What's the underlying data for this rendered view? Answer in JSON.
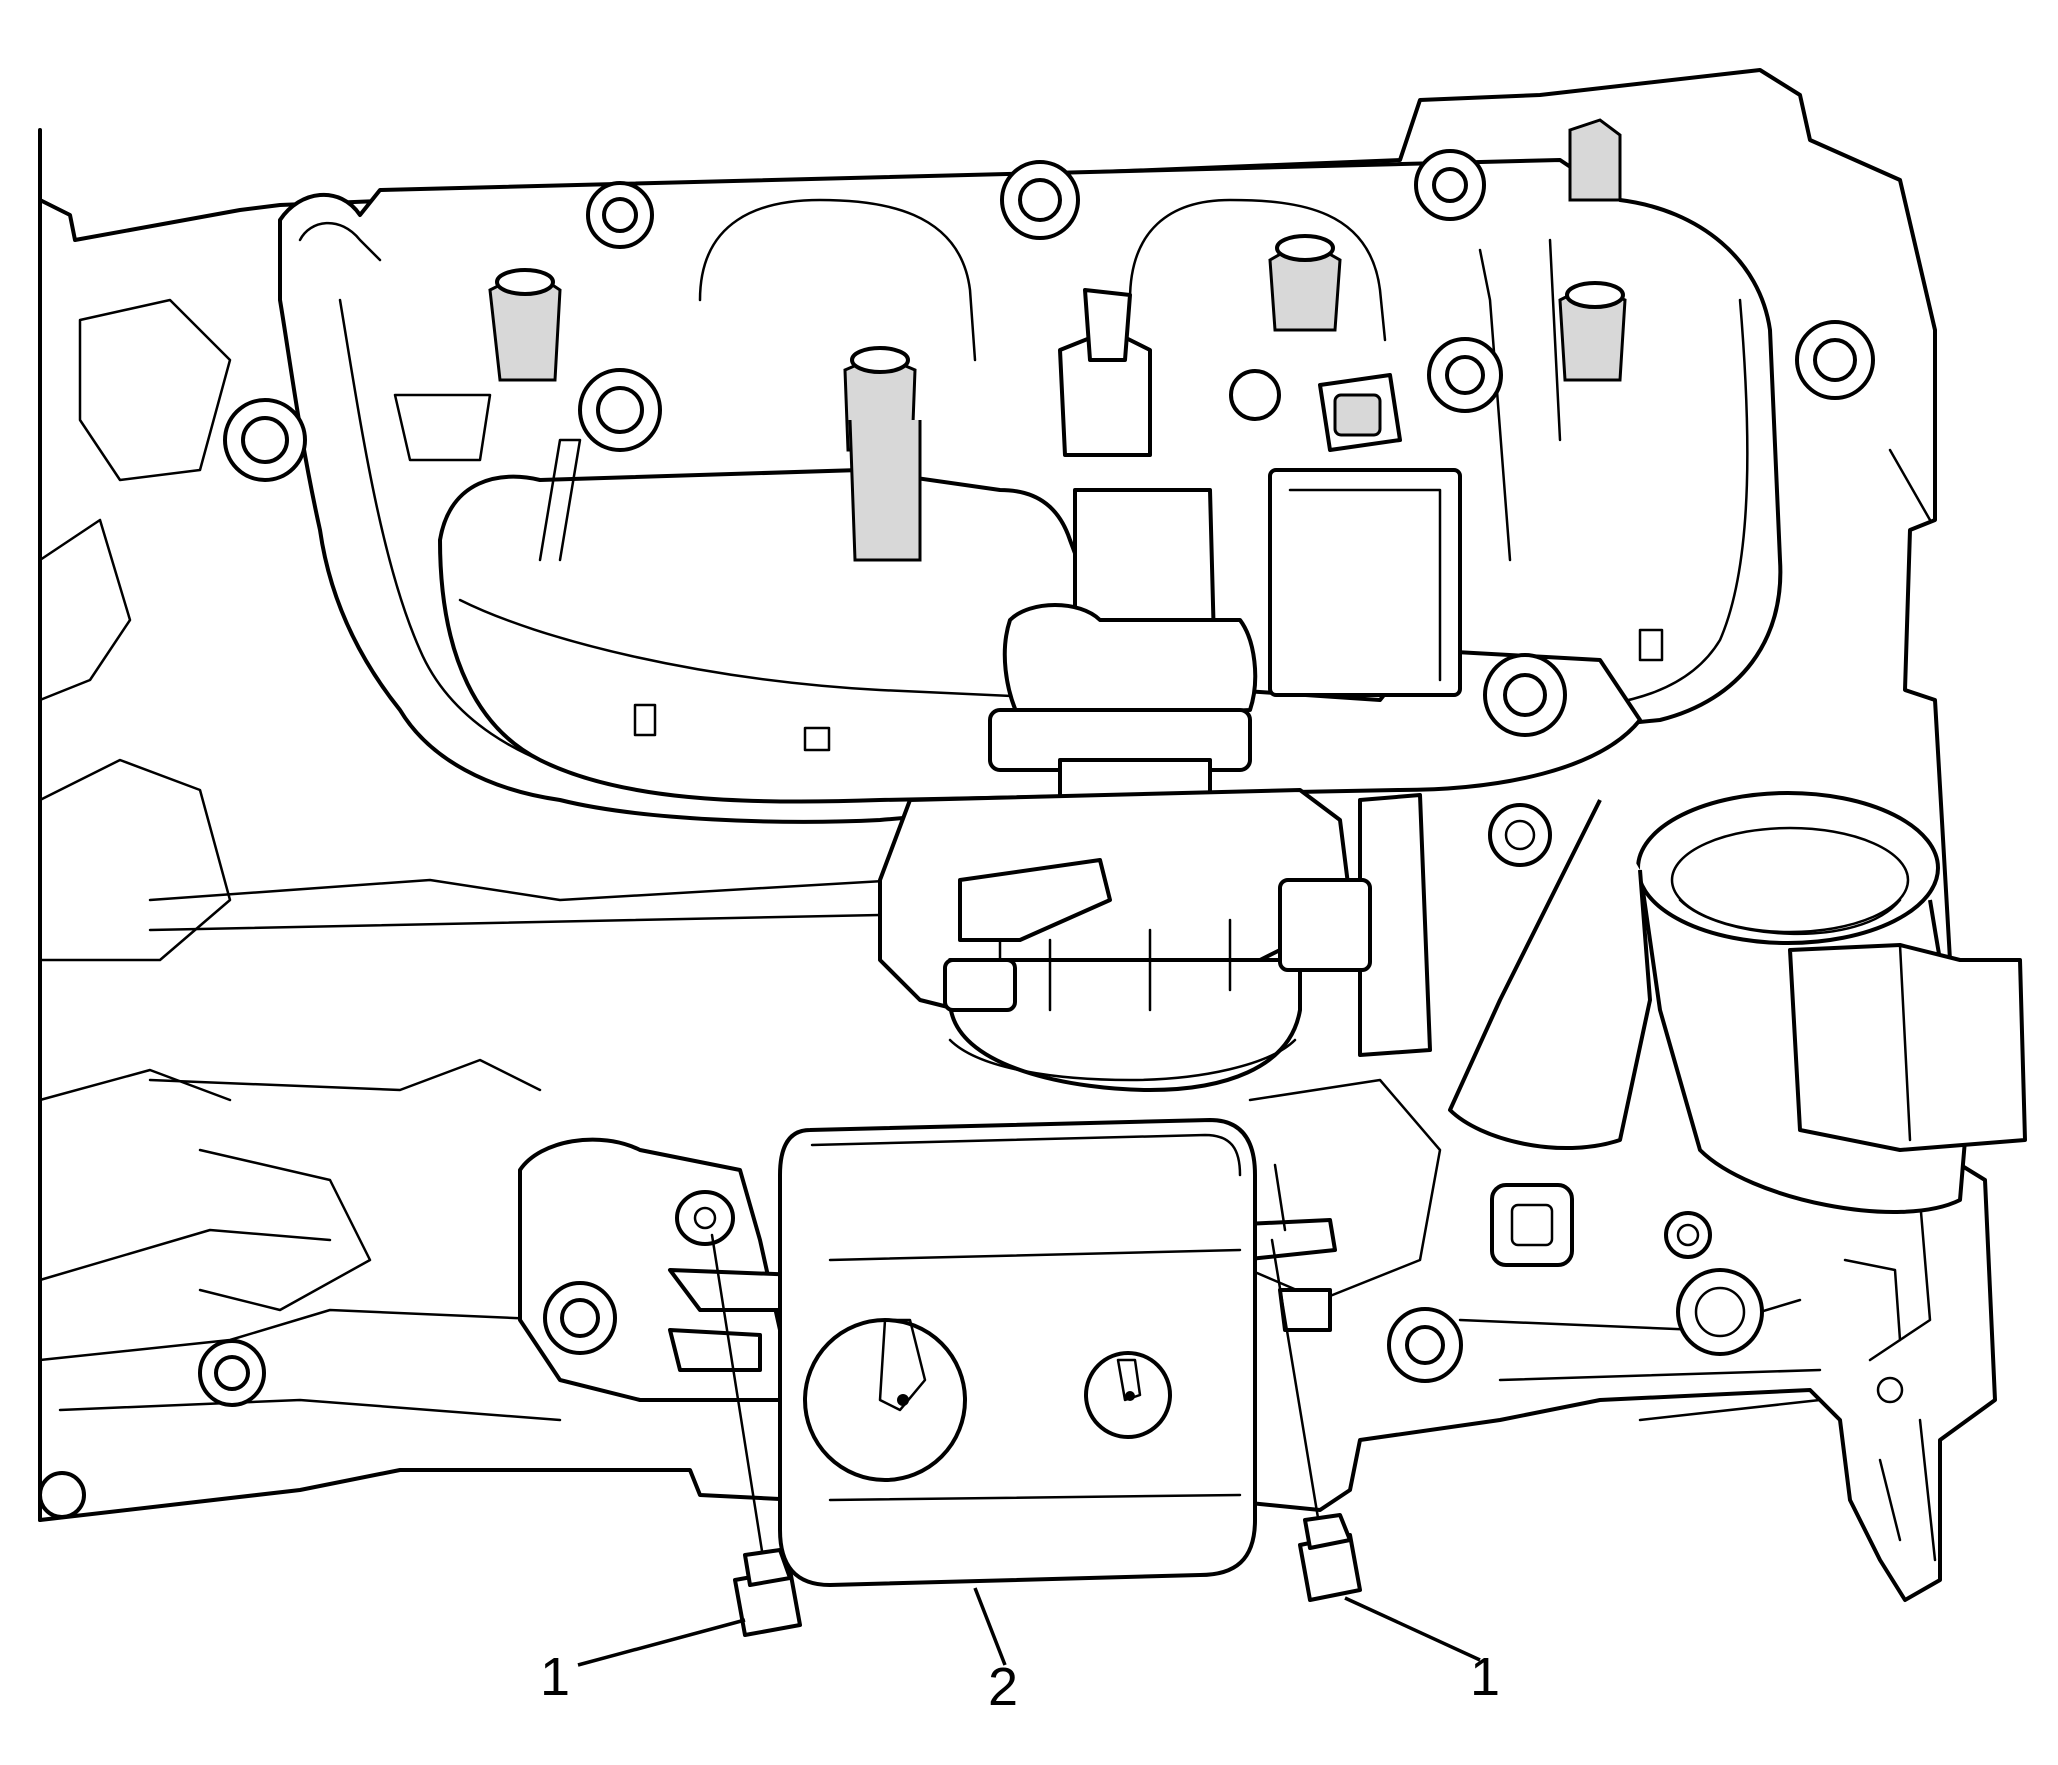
{
  "figure": {
    "callouts": [
      {
        "id": "callout-bolt-left",
        "label": "1"
      },
      {
        "id": "callout-cover",
        "label": "2"
      },
      {
        "id": "callout-bolt-right",
        "label": "1"
      }
    ]
  }
}
